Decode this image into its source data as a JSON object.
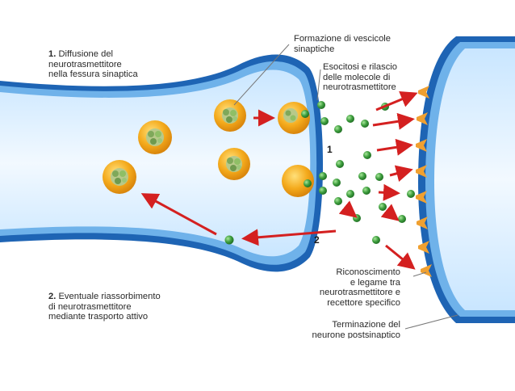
{
  "labels": {
    "step1_number": "1.",
    "step1_text": "Diffusione del\nneurotrasmettitore\nnella fessura sinaptica",
    "step2_number": "2.",
    "step2_text": "Eventuale riassorbimento\ndi neurotrasmettitore\nmediante trasporto attivo",
    "vesicle_formation": "Formazione di vescicole\nsinaptiche",
    "exocytosis": "Esocitosi e rilascio\ndelle molecole di\nneurotrasmettitore",
    "recognition": "Riconoscimento\ne legame tra\nneurotrasmettitore e\nrecettore specifico",
    "postsynaptic": "Terminazione del\nneurone postsinaptico",
    "marker_1": "1",
    "marker_2": "2"
  },
  "colors": {
    "membrane_dark": "#1e64b4",
    "membrane_light": "#6fb2ea",
    "cytoplasm": "#dcefff",
    "vesicle": "#f2a81c",
    "molecule": "#3a9a3a",
    "arrow": "#d42020",
    "receptor": "#f0a030"
  }
}
